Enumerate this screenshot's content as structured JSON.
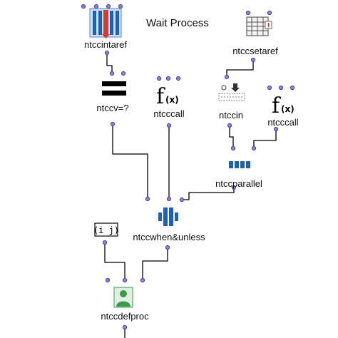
{
  "title": "Wait Process",
  "boxes": {
    "ntccintaref": {
      "label": "ntccintaref",
      "icon": "table-bars-icon"
    },
    "ntccsetaref": {
      "label": "ntccsetaref",
      "icon": "grid-table-icon"
    },
    "ntccv": {
      "label": "ntccv=?",
      "icon": "equals-icon"
    },
    "ntcccall1": {
      "label": "ntcccall",
      "icon": "function-icon"
    },
    "ntccin": {
      "label": "ntccin",
      "icon": "input-arrows-icon"
    },
    "ntcccall2": {
      "label": "ntcccall",
      "icon": "function-icon"
    },
    "ntccparallel": {
      "label": "ntccparallel",
      "icon": "parallel-bars-icon"
    },
    "ntccwhen": {
      "label": "ntccwhen&unless",
      "icon": "when-unless-icon"
    },
    "list": {
      "label": "(i j)"
    },
    "ntccdefproc": {
      "label": "ntccdefproc",
      "icon": "person-icon"
    }
  },
  "function_glyph": "f",
  "function_sub": "(x)",
  "colors": {
    "port": "#8c82d6",
    "port_border": "#4a3f9c",
    "blue_icon": "#1f5fb4",
    "red_marker": "#d83a2a",
    "person_green": "#3c9a4c"
  }
}
